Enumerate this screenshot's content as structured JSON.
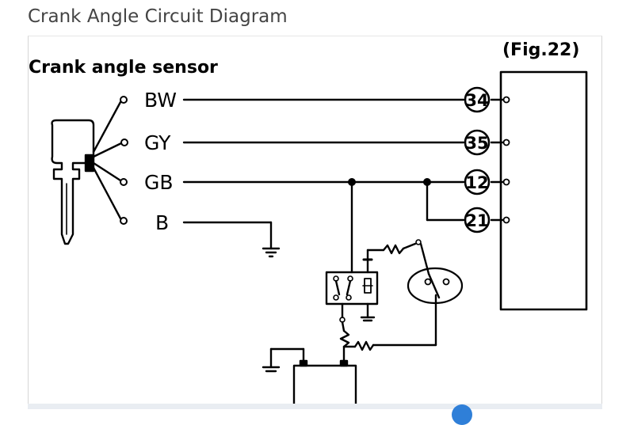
{
  "heading": "Crank Angle Circuit Diagram",
  "diagram": {
    "sensor_title": "Crank angle sensor",
    "figure_label": "(Fig.22)",
    "wires": [
      {
        "color_code": "BW",
        "terminal": "34"
      },
      {
        "color_code": "GY",
        "terminal": "35"
      },
      {
        "color_code": "GB",
        "terminal": "12"
      },
      {
        "color_code": "B",
        "terminal": "21"
      }
    ]
  }
}
